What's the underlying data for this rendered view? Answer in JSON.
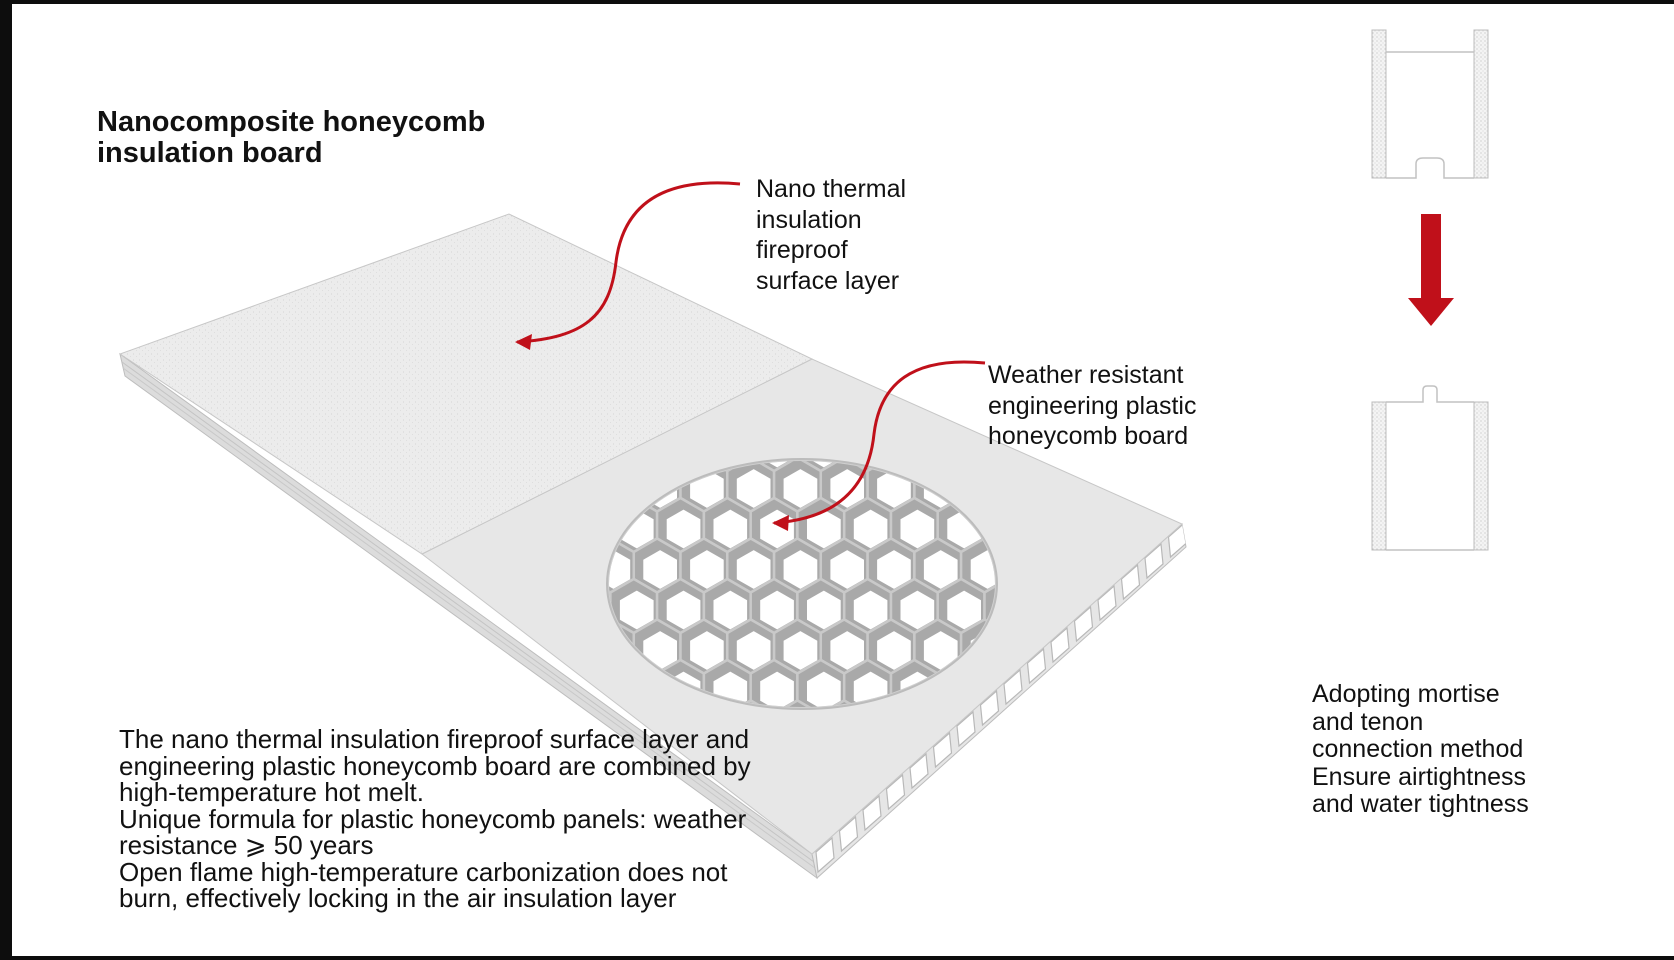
{
  "title": {
    "lines": [
      "Nanocomposite honeycomb",
      "insulation board"
    ]
  },
  "callouts": {
    "surface_layer": {
      "lines": [
        "Nano thermal",
        "insulation",
        "fireproof",
        "surface layer"
      ]
    },
    "honeycomb_board": {
      "lines": [
        "Weather resistant",
        "engineering plastic",
        "honeycomb board"
      ]
    }
  },
  "description": {
    "lines": [
      "The nano thermal insulation fireproof surface layer and",
      "engineering plastic honeycomb board are combined by",
      "high-temperature hot melt.",
      "Unique formula for plastic honeycomb panels: weather",
      "resistance ⩾ 50 years",
      "Open flame high-temperature carbonization does not",
      "burn, effectively locking in the air insulation layer"
    ]
  },
  "mortise_tenon": {
    "lines": [
      "Adopting mortise",
      "and tenon",
      "connection method",
      "Ensure airtightness",
      "and water tightness"
    ]
  },
  "icons": {
    "callout_arrows": "curved-arrow-icon",
    "joint_arrow": "down-arrow-icon"
  },
  "colors": {
    "accent_red": "#c0101a",
    "background": "#ffffff",
    "frame": "#0d0d0d"
  }
}
